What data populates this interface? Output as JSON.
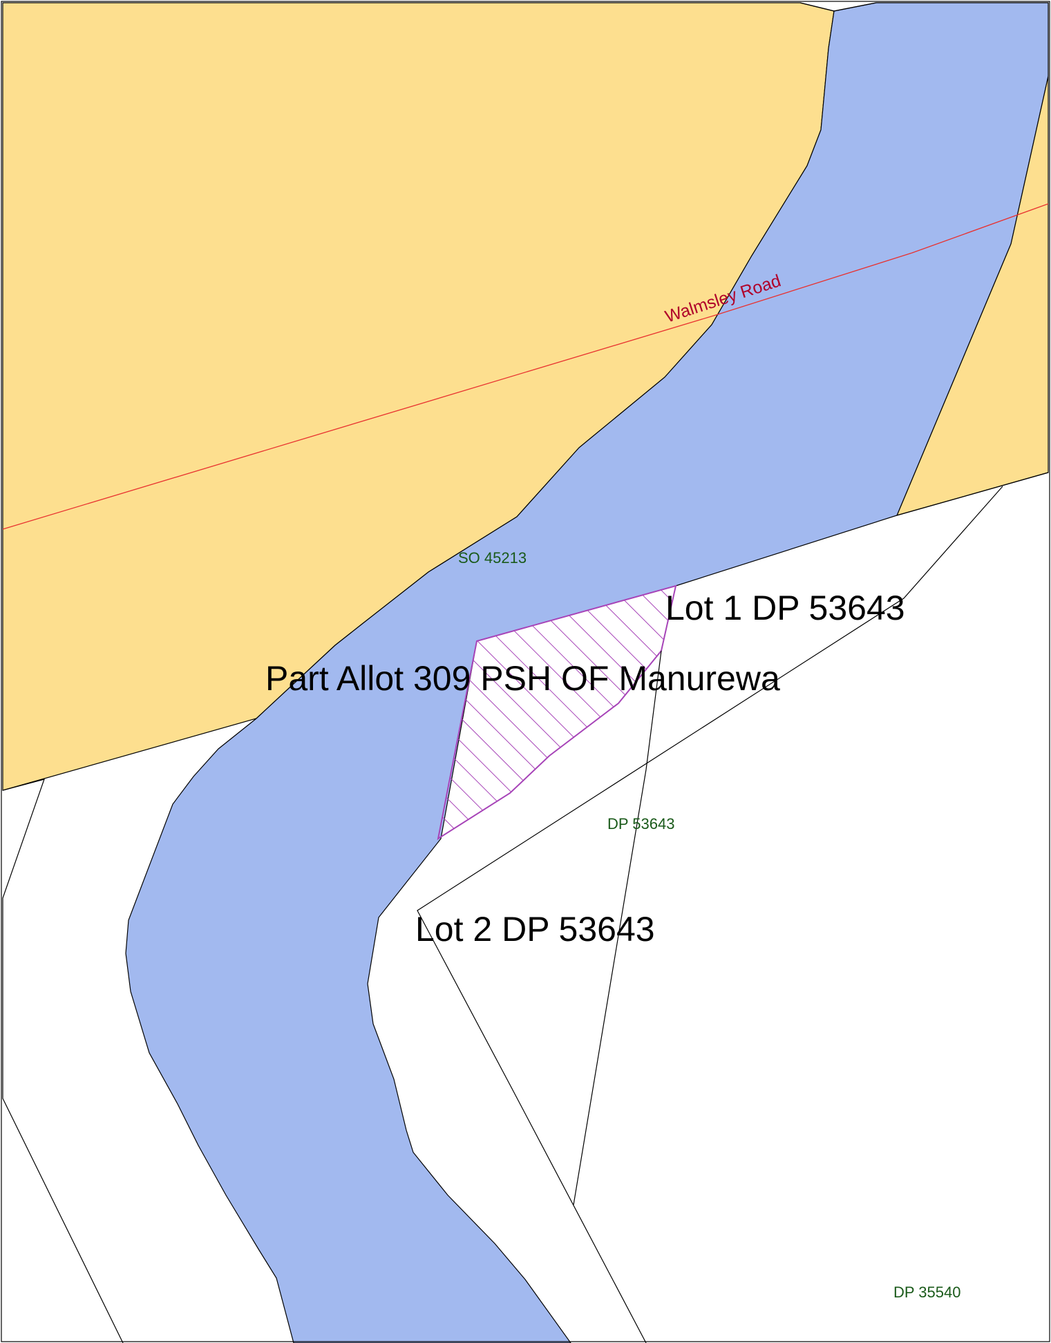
{
  "map": {
    "colors": {
      "land_parcel": "#fddf8f",
      "river": "#a2b9ef",
      "road_centerline": "#e8312f",
      "parcel_boundary": "#000000",
      "hatch": "#a744b8",
      "survey_text": "#1a5a1a",
      "road_text": "#b0002a"
    },
    "road": {
      "name": "Walmsley Road"
    },
    "parcel_labels": {
      "lot1": "Lot 1 DP 53643",
      "part_allot": "Part Allot 309 PSH OF Manurewa",
      "lot2": "Lot 2 DP 53643"
    },
    "survey_labels": {
      "so": "SO 45213",
      "dp1": "DP 53643",
      "dp2": "DP 35540"
    },
    "highlight": {
      "pattern": "diagonal-hatch"
    }
  }
}
